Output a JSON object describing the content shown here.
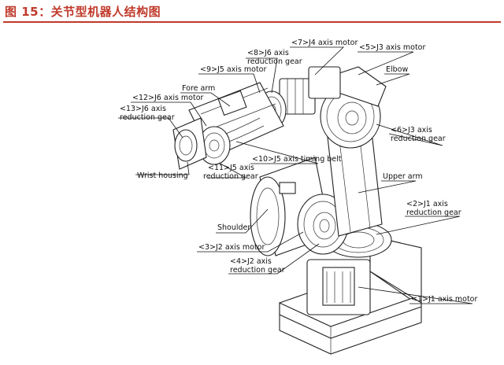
{
  "title": "图 15：关节型机器人结构图",
  "labels": {
    "j6_reduction_gear_8": "<8>J6 axis",
    "j6_reduction_gear_8b": "reduction gear",
    "j4_motor": "<7>J4 axis motor",
    "j3_motor": "<5>J3 axis motor",
    "j5_motor": "<9>J5 axis motor",
    "elbow": "Elbow",
    "fore_arm": "Fore arm",
    "j6_motor": "<12>J6 axis motor",
    "j6_reduction_gear_13": "<13>J6 axis",
    "j6_reduction_gear_13b": "reduction gear",
    "j3_reduction_gear": "<6>J3 axis",
    "j3_reduction_gear_b": "reduction gear",
    "j5_timing_belt": "<10>J5 axis timing belt",
    "wrist_housing": "Wrist housing",
    "j5_reduction_gear": "<11>J5 axis",
    "j5_reduction_gear_b": "reduction gear",
    "upper_arm": "Upper arm",
    "j1_reduction_gear": "<2>J1 axis",
    "j1_reduction_gear_b": "reduction gear",
    "shoulder": "Shoulder",
    "j2_motor": "<3>J2 axis motor",
    "j2_reduction_gear": "<4>J2 axis",
    "j2_reduction_gear_b": "reduction gear",
    "j1_motor": "<1>J1 axis motor"
  }
}
